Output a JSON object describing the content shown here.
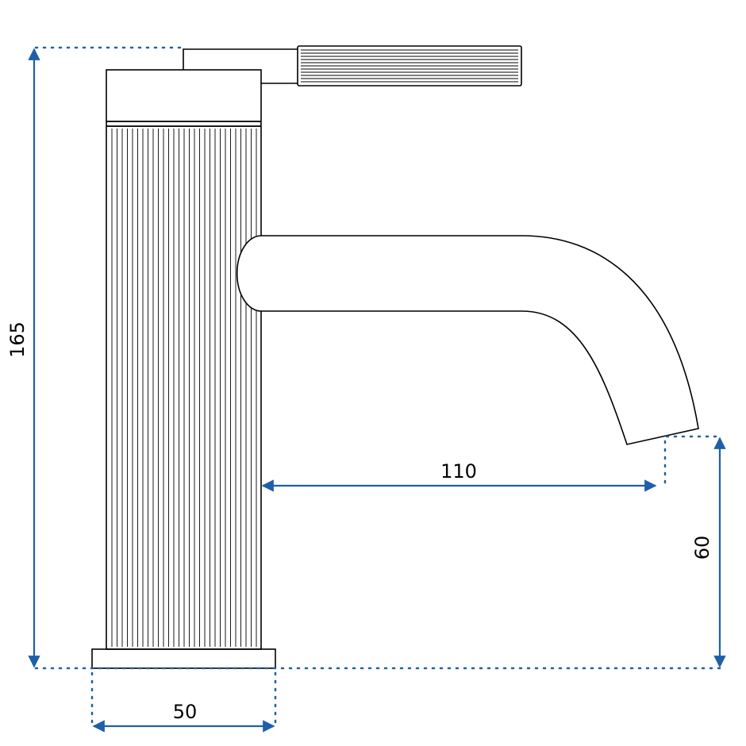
{
  "colors": {
    "outline": "#000000",
    "dimension": "#1f5fa8",
    "background": "#ffffff"
  },
  "dimensions": {
    "total_height": "165",
    "spout_reach": "110",
    "spout_height": "60",
    "base_width": "50"
  }
}
